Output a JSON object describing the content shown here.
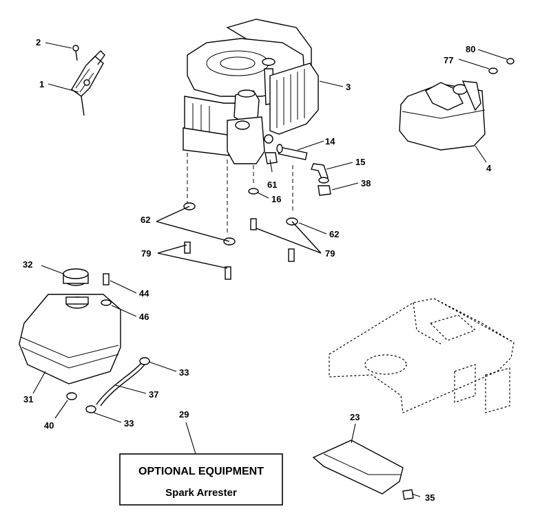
{
  "diagram": {
    "callouts": [
      "1",
      "2",
      "3",
      "4",
      "14",
      "15",
      "16",
      "23",
      "29",
      "31",
      "32",
      "33",
      "33",
      "35",
      "37",
      "38",
      "40",
      "44",
      "46",
      "61",
      "62",
      "62",
      "77",
      "79",
      "79",
      "80"
    ],
    "optional_box": {
      "title": "OPTIONAL EQUIPMENT",
      "subtitle": "Spark Arrester"
    }
  }
}
